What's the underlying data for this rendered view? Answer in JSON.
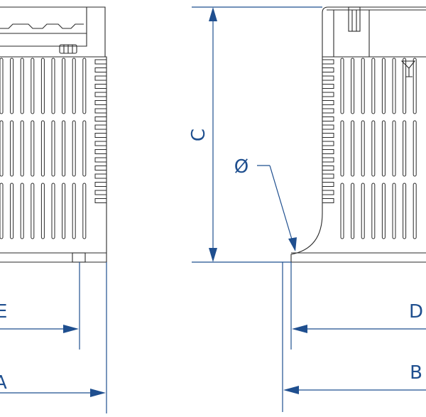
{
  "drawing": {
    "labels": {
      "c": "C",
      "diameter": "Ø",
      "d": "D",
      "b": "B",
      "e_partial": "E",
      "a_partial": "A"
    },
    "colors": {
      "dimension": "#1f4f8f",
      "outline": "#2a2a2a",
      "background": "#ffffff"
    }
  }
}
